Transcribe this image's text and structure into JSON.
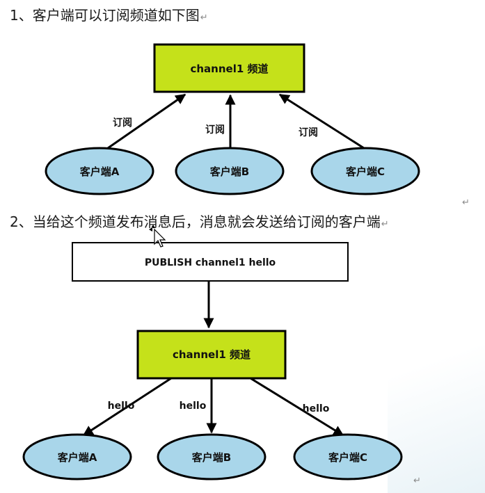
{
  "section1": {
    "heading": "1、客户端可以订阅频道如下图",
    "channel_label": "channel1 频道",
    "edge_labels": [
      "订阅",
      "订阅",
      "订阅"
    ],
    "clients": [
      "客户端A",
      "客户端B",
      "客户端C"
    ]
  },
  "section2": {
    "heading": "2、当给这个频道发布消息后，消息就会发送给订阅的客户端",
    "command_label": "PUBLISH channel1 hello",
    "channel_label": "channel1 频道",
    "edge_labels": [
      "hello",
      "hello",
      "hello"
    ],
    "clients": [
      "客户端A",
      "客户端B",
      "客户端C"
    ]
  },
  "return_mark": "↵",
  "colors": {
    "channel_fill": "#c5e11a",
    "client_fill": "#a9d6ea",
    "stroke": "#000000"
  }
}
